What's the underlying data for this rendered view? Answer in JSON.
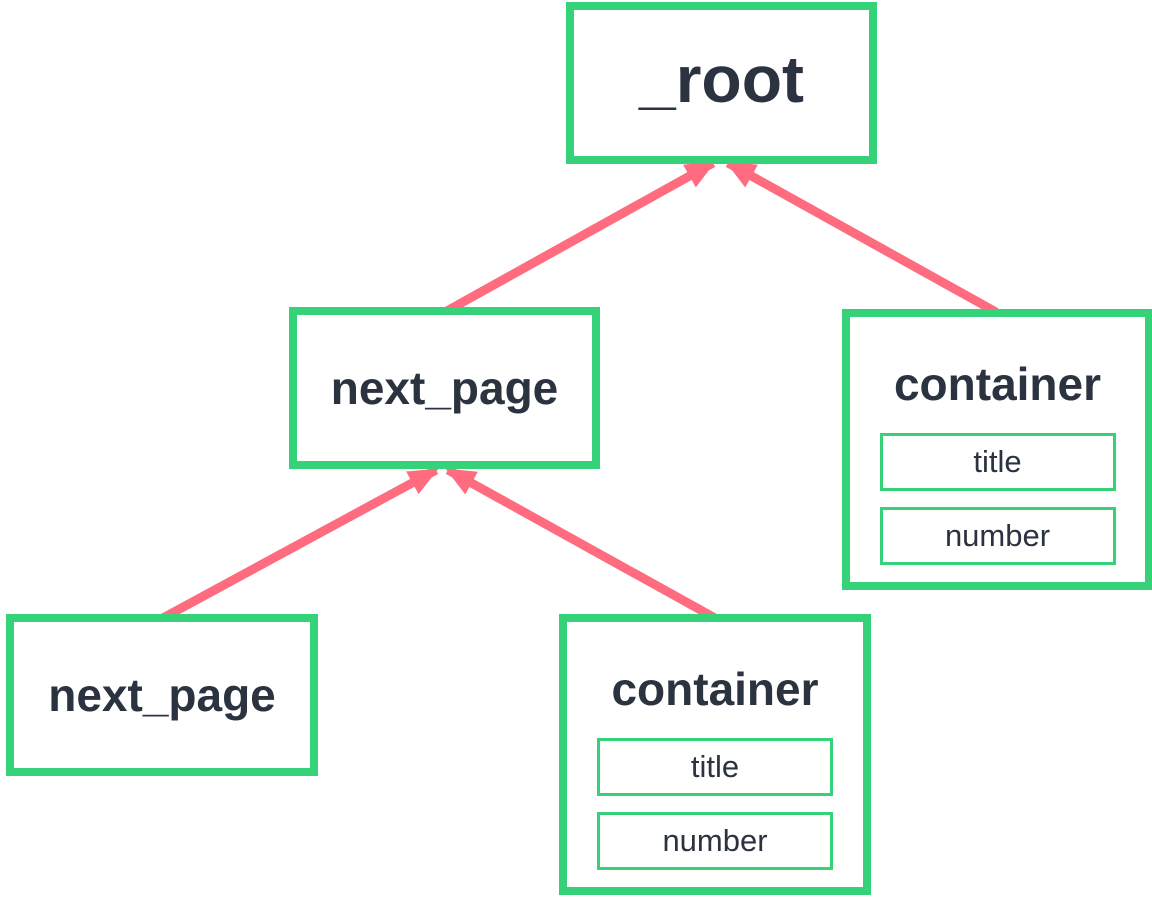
{
  "colors": {
    "node_border": "#36d27a",
    "arrow": "#ff6b7f",
    "text": "#2b3340",
    "background": "#ffffff"
  },
  "nodes": {
    "root": {
      "label": "_root"
    },
    "next_page_mid": {
      "label": "next_page"
    },
    "container_right": {
      "label": "container",
      "fields": [
        "title",
        "number"
      ]
    },
    "next_page_left": {
      "label": "next_page"
    },
    "container_bottom": {
      "label": "container",
      "fields": [
        "title",
        "number"
      ]
    }
  },
  "edges": [
    {
      "from": "next_page_mid",
      "to": "root"
    },
    {
      "from": "container_right",
      "to": "root"
    },
    {
      "from": "next_page_left",
      "to": "next_page_mid"
    },
    {
      "from": "container_bottom",
      "to": "next_page_mid"
    }
  ]
}
